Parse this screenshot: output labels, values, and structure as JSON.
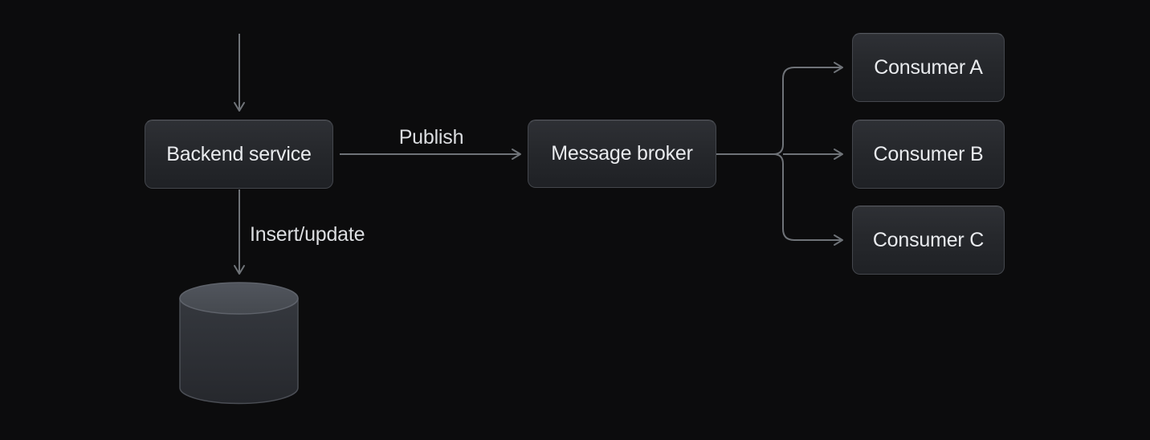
{
  "diagram": {
    "nodes": [
      {
        "id": "backend-service",
        "label": "Backend service",
        "shape": "rounded-rect"
      },
      {
        "id": "message-broker",
        "label": "Message broker",
        "shape": "rounded-rect"
      },
      {
        "id": "consumer-a",
        "label": "Consumer A",
        "shape": "rounded-rect"
      },
      {
        "id": "consumer-b",
        "label": "Consumer B",
        "shape": "rounded-rect"
      },
      {
        "id": "consumer-c",
        "label": "Consumer C",
        "shape": "rounded-rect"
      },
      {
        "id": "database",
        "label": "",
        "shape": "cylinder"
      }
    ],
    "edges": [
      {
        "from": "external",
        "to": "backend-service",
        "label": ""
      },
      {
        "from": "backend-service",
        "to": "message-broker",
        "label": "Publish"
      },
      {
        "from": "backend-service",
        "to": "database",
        "label": "Insert/update"
      },
      {
        "from": "message-broker",
        "to": "consumer-a",
        "label": ""
      },
      {
        "from": "message-broker",
        "to": "consumer-b",
        "label": ""
      },
      {
        "from": "message-broker",
        "to": "consumer-c",
        "label": ""
      }
    ],
    "colors": {
      "background": "#0c0c0d",
      "node_fill_top": "#2e3035",
      "node_fill_bottom": "#1f2125",
      "node_border": "#44474d",
      "wire": "#6f7378",
      "node_text": "#e9ebee",
      "edge_label_text": "#dcdee1",
      "cylinder_top": "#4a4e55",
      "cylinder_body": "#2b2e33"
    }
  }
}
